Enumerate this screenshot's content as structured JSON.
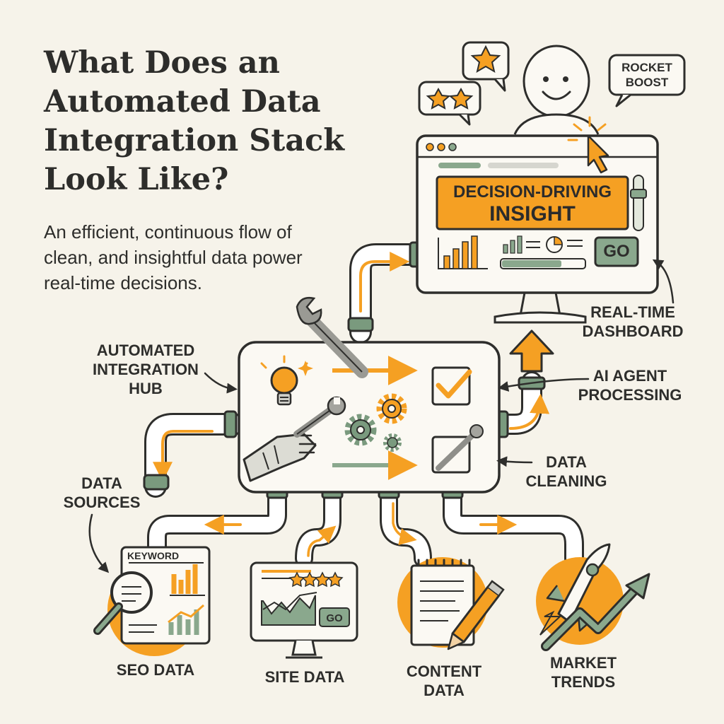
{
  "title": "What Does an Automated Data Integration Stack Look Like?",
  "subtitle": "An efficient, continuous flow of clean, and insightful data power real-time decisions.",
  "bubbles": {
    "rocket_boost": "ROCKET BOOST"
  },
  "dashboard": {
    "banner_line1": "DECISION-DRIVING",
    "banner_line2": "INSIGHT",
    "go_button": "GO"
  },
  "labels": {
    "real_time_dashboard": "REAL-TIME DASHBOARD",
    "automated_integration_hub": "AUTOMATED INTEGRATION HUB",
    "ai_agent_processing": "AI AGENT PROCESSING",
    "data_cleaning": "DATA CLEANING",
    "data_sources": "DATA SOURCES"
  },
  "sources": [
    {
      "label": "SEO DATA",
      "card_title": "KEYWORD"
    },
    {
      "label": "SITE DATA",
      "card_button": "GO"
    },
    {
      "label": "CONTENT DATA"
    },
    {
      "label": "MARKET TRENDS"
    }
  ],
  "colors": {
    "accent_orange": "#f5a023",
    "pipe_green": "#7a9a7e",
    "ink": "#2e2e2c",
    "background": "#f6f3ea"
  },
  "icons": [
    "star-icon",
    "user-icon",
    "cursor-icon",
    "wrench-icon",
    "lightbulb-icon",
    "gear-icon",
    "robot-hand-icon",
    "checkbox-icon",
    "magnifier-icon",
    "notepad-icon",
    "pencil-icon",
    "rocket-icon",
    "trend-arrow-icon"
  ]
}
